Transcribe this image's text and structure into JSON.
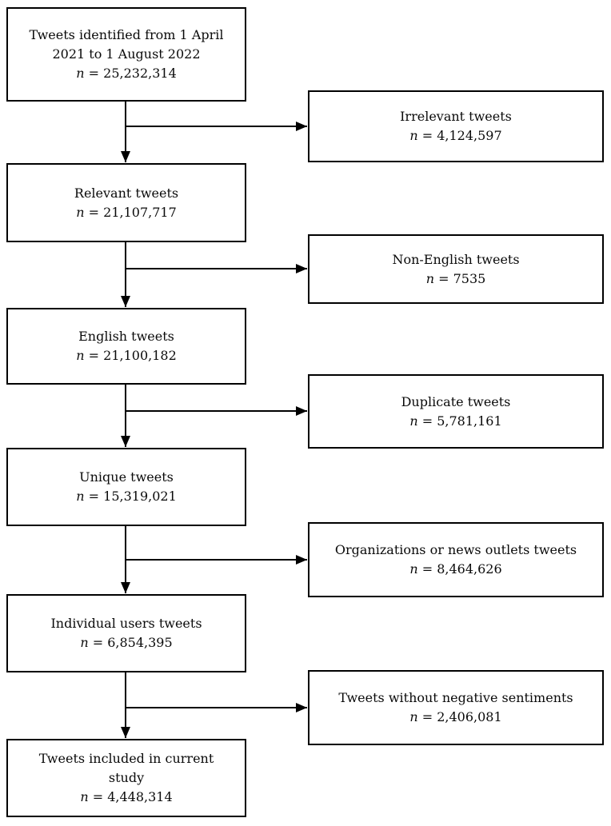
{
  "colors": {
    "box_border": "#000000",
    "box_background": "#ffffff",
    "text": "#0a0a0a",
    "arrow": "#000000",
    "page_background": "#ffffff"
  },
  "diagram_type": "flowchart",
  "boxes": {
    "main": [
      {
        "label": "Tweets identified from 1 April 2021 to 1 August 2022",
        "n_var": "n",
        "n_value": "= 25,232,314"
      },
      {
        "label": "Relevant tweets",
        "n_var": "n",
        "n_value": "= 21,107,717"
      },
      {
        "label": "English tweets",
        "n_var": "n",
        "n_value": "= 21,100,182"
      },
      {
        "label": "Unique tweets",
        "n_var": "n",
        "n_value": "= 15,319,021"
      },
      {
        "label": "Individual users tweets",
        "n_var": "n",
        "n_value": "= 6,854,395"
      },
      {
        "label": "Tweets included in current study",
        "n_var": "n",
        "n_value": "= 4,448,314"
      }
    ],
    "excluded": [
      {
        "label": "Irrelevant tweets",
        "n_var": "n",
        "n_value": "= 4,124,597"
      },
      {
        "label": "Non-English tweets",
        "n_var": "n",
        "n_value": "= 7535"
      },
      {
        "label": "Duplicate tweets",
        "n_var": "n",
        "n_value": "= 5,781,161"
      },
      {
        "label": "Organizations or news outlets tweets",
        "n_var": "n",
        "n_value": "= 8,464,626"
      },
      {
        "label": "Tweets without negative sentiments",
        "n_var": "n",
        "n_value": "= 2,406,081"
      }
    ]
  }
}
